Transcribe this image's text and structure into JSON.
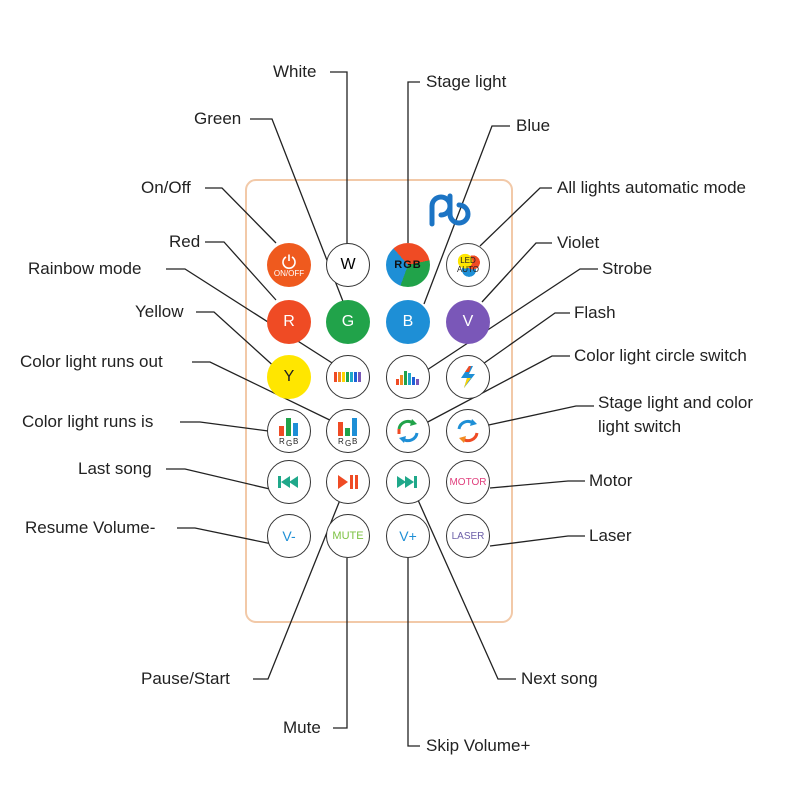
{
  "colors": {
    "remote_border": "#f2c9a8",
    "red": "#ef4b24",
    "green": "#21a34a",
    "blue": "#1e8fd6",
    "violet": "#7a57b8",
    "yellow": "#ffe600",
    "power_orange": "#ef5a1e",
    "lines": "#222222",
    "logo_blue": "#1c74c4",
    "teal_controls": "#1fa88a",
    "pink_motor": "#e0417e"
  },
  "buttons": {
    "onoff": {
      "sub": "ON/OFF",
      "icon": "power-icon"
    },
    "white": {
      "text": "W"
    },
    "stage_rgb": {
      "r": "R",
      "g": "G",
      "b": "B"
    },
    "auto": {
      "top": "LED",
      "bottom": "AUTO"
    },
    "red": {
      "text": "R"
    },
    "green": {
      "text": "G"
    },
    "blue": {
      "text": "B"
    },
    "violet": {
      "text": "V"
    },
    "yellow": {
      "text": "Y"
    },
    "rainbow": {
      "icon": "rainbow-bars-icon"
    },
    "strobe": {
      "icon": "strobe-bars-icon"
    },
    "flash": {
      "icon": "lightning-icon"
    },
    "runs_out": {
      "r": "R",
      "g": "G",
      "b": "B"
    },
    "runs_is": {
      "r": "R",
      "g": "G",
      "b": "B"
    },
    "circle_switch": {
      "icon": "circular-arrows-icon"
    },
    "stage_color_switch": {
      "icon": "circular-arrows-icon"
    },
    "prev": {
      "icon": "previous-track-icon"
    },
    "play": {
      "icon": "play-pause-icon"
    },
    "next": {
      "icon": "next-track-icon"
    },
    "motor": {
      "text": "MOTOR"
    },
    "vminus": {
      "text": "V-"
    },
    "mute": {
      "text": "MUTE"
    },
    "vplus": {
      "text": "V+"
    },
    "laser": {
      "text": "LASER"
    }
  },
  "labels": {
    "white": "White",
    "stage_light": "Stage light",
    "green": "Green",
    "blue": "Blue",
    "onoff": "On/Off",
    "all_auto": "All lights automatic mode",
    "red": "Red",
    "violet": "Violet",
    "rainbow": "Rainbow mode",
    "strobe": "Strobe",
    "yellow": "Yellow",
    "flash": "Flash",
    "runs_out": "Color light runs out",
    "circle_switch": "Color light circle switch",
    "stage_color_switch_1": "Stage light and color",
    "stage_color_switch_2": "light switch",
    "runs_is": "Color light runs is",
    "last_song": "Last song",
    "motor": "Motor",
    "resume_volume": "Resume Volume-",
    "laser": "Laser",
    "pause_start": "Pause/Start",
    "next_song": "Next song",
    "mute": "Mute",
    "skip_volume": "Skip Volume+"
  }
}
